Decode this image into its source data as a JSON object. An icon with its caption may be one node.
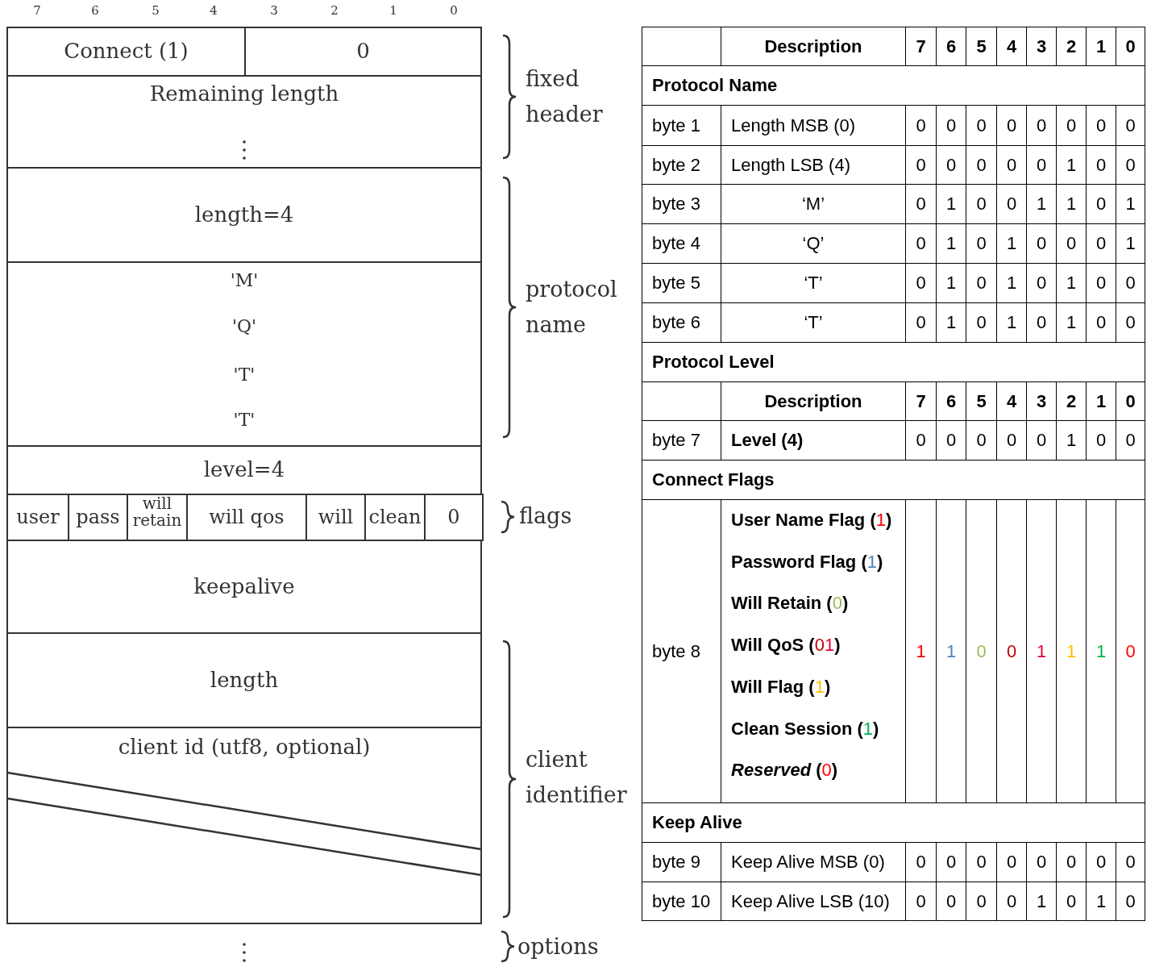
{
  "diagram": {
    "labels": [
      "7",
      "6",
      "5",
      "4",
      "3",
      "2",
      "1",
      "0",
      "Connect (1)",
      "0",
      "Remaining length",
      "length=4",
      "'M'",
      "'Q'",
      "'T'",
      "'T'",
      "level=4",
      "user",
      "pass",
      "will retain",
      "will qos",
      "will",
      "clean",
      "0",
      "keepalive",
      "length",
      "client id (utf8, optional)",
      "fixed header",
      "protocol name",
      "flags",
      "client identifier",
      "options",
      "Description",
      "7",
      "6",
      "5",
      "4",
      "3",
      "2",
      "1",
      "0",
      "Protocol Name",
      "byte 1",
      "Length MSB (0)",
      "0",
      "0",
      "0",
      "0",
      "0",
      "0",
      "0",
      "0",
      "byte 2",
      "Length LSB (4)",
      "0",
      "0",
      "0",
      "0",
      "0",
      "1",
      "0",
      "0",
      "byte 3",
      "‘M’",
      "0",
      "1",
      "0",
      "0",
      "1",
      "1",
      "0",
      "1",
      "byte 4",
      "‘Q’",
      "0",
      "1",
      "0",
      "1",
      "0",
      "0",
      "0",
      "1",
      "byte 5",
      "‘T’",
      "0",
      "1",
      "0",
      "1",
      "0",
      "1",
      "0",
      "0",
      "byte 6",
      "‘T’",
      "0",
      "1",
      "0",
      "1",
      "0",
      "1",
      "0",
      "0",
      "Protocol Level",
      "Description",
      "7",
      "6",
      "5",
      "4",
      "3",
      "2",
      "1",
      "0",
      "byte 7",
      "Level (4)",
      "0",
      "0",
      "0",
      "0",
      "0",
      "1",
      "0",
      "0",
      "Connect Flags",
      "byte 8",
      "User Name Flag (1)",
      "Password Flag (1)",
      "Will Retain (0)",
      "Will QoS (01)",
      "Will Flag (1)",
      "Clean Session (1)",
      "*Reserved* (0)",
      "1",
      "1",
      "0",
      "0",
      "1",
      "1",
      "1",
      "0",
      "Keep Alive",
      "byte 9",
      "Keep Alive MSB (0)",
      "0",
      "0",
      "0",
      "0",
      "0",
      "0",
      "0",
      "0",
      "byte 10",
      "Keep Alive LSB (10)",
      "0",
      "0",
      "0",
      "0",
      "1",
      "0",
      "1",
      "0"
    ]
  }
}
